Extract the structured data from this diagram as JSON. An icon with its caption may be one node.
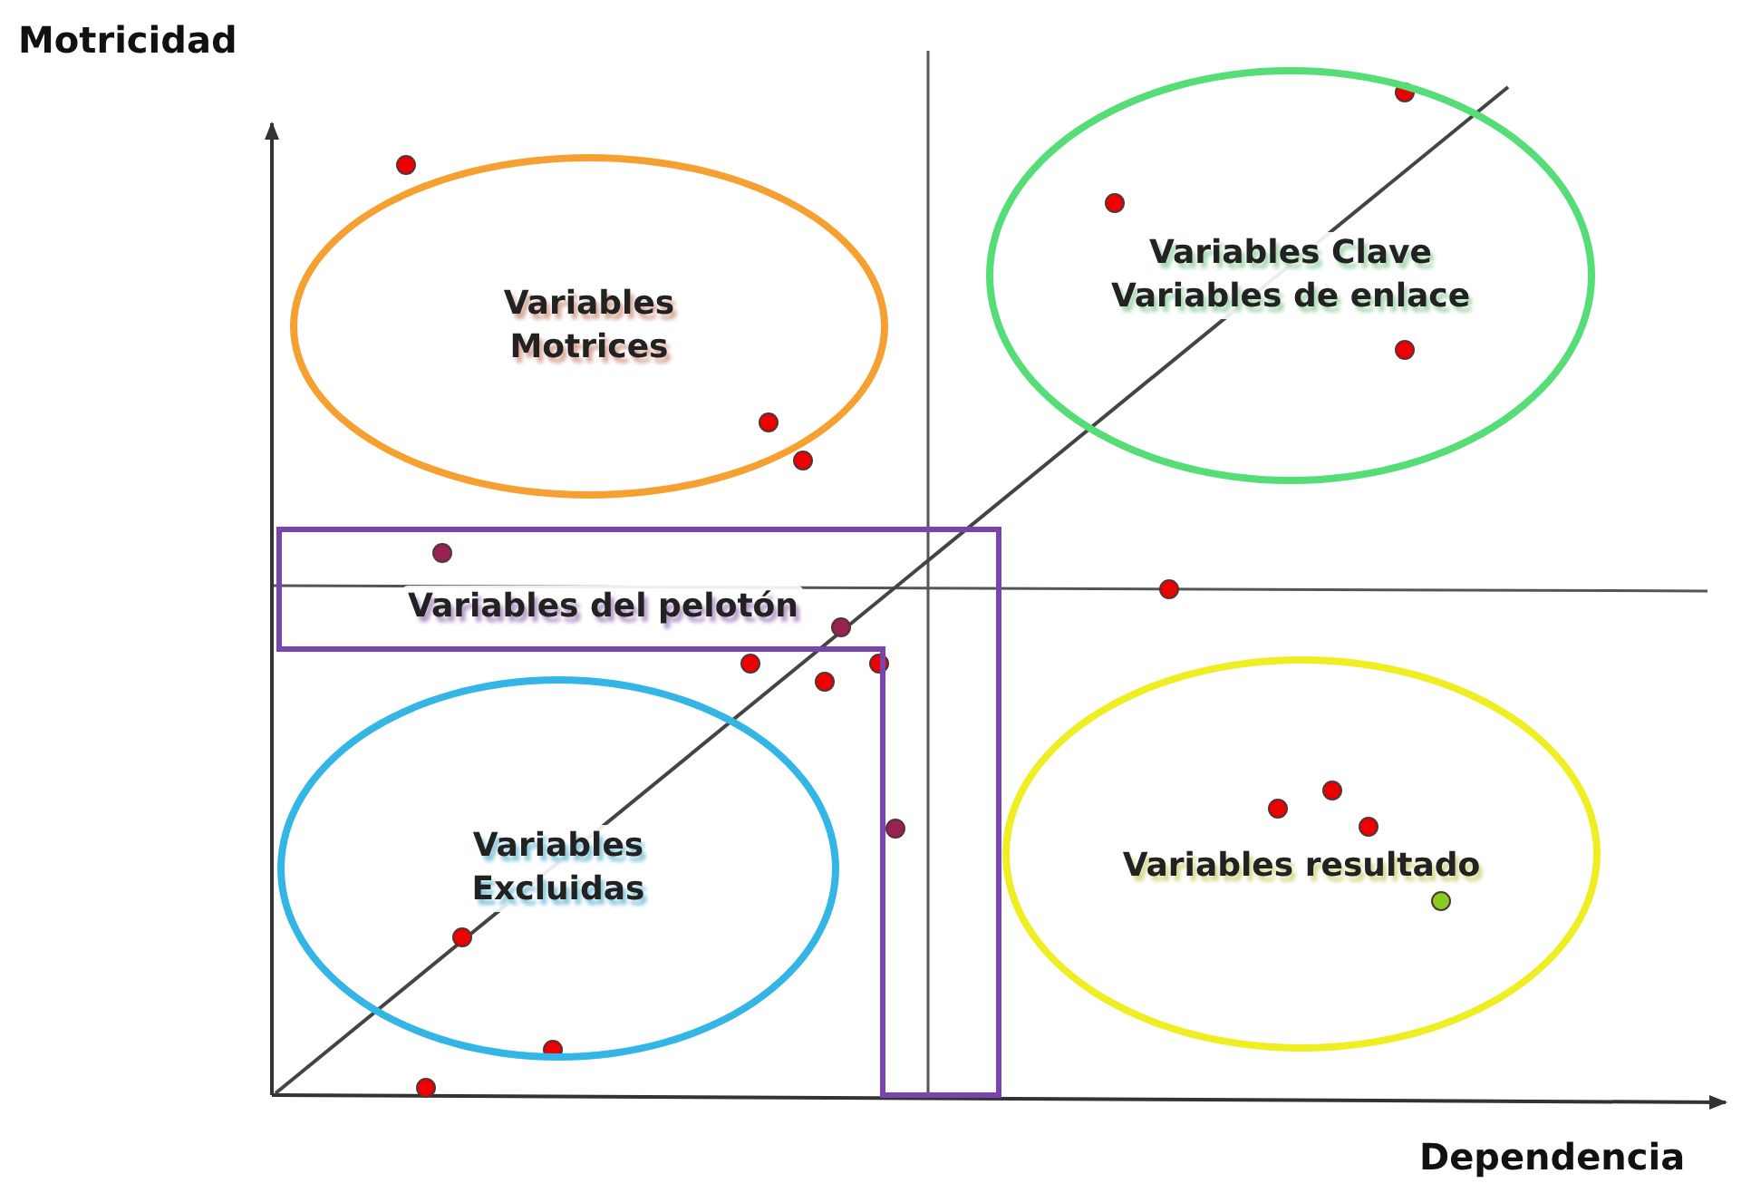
{
  "diagram": {
    "nodes": [
      {
        "text": [
          "Variables Motrices"
        ]
      },
      {
        "text": [
          "Variables Clave",
          "Variables de enlace"
        ]
      },
      {
        "text": [
          "Variables del pelotón"
        ]
      },
      {
        "text": [
          "Variables Excluidas"
        ]
      },
      {
        "text": [
          "Variables resultado"
        ]
      }
    ],
    "edges": [],
    "labels": [
      "Motricidad",
      "Dependencia"
    ]
  }
}
